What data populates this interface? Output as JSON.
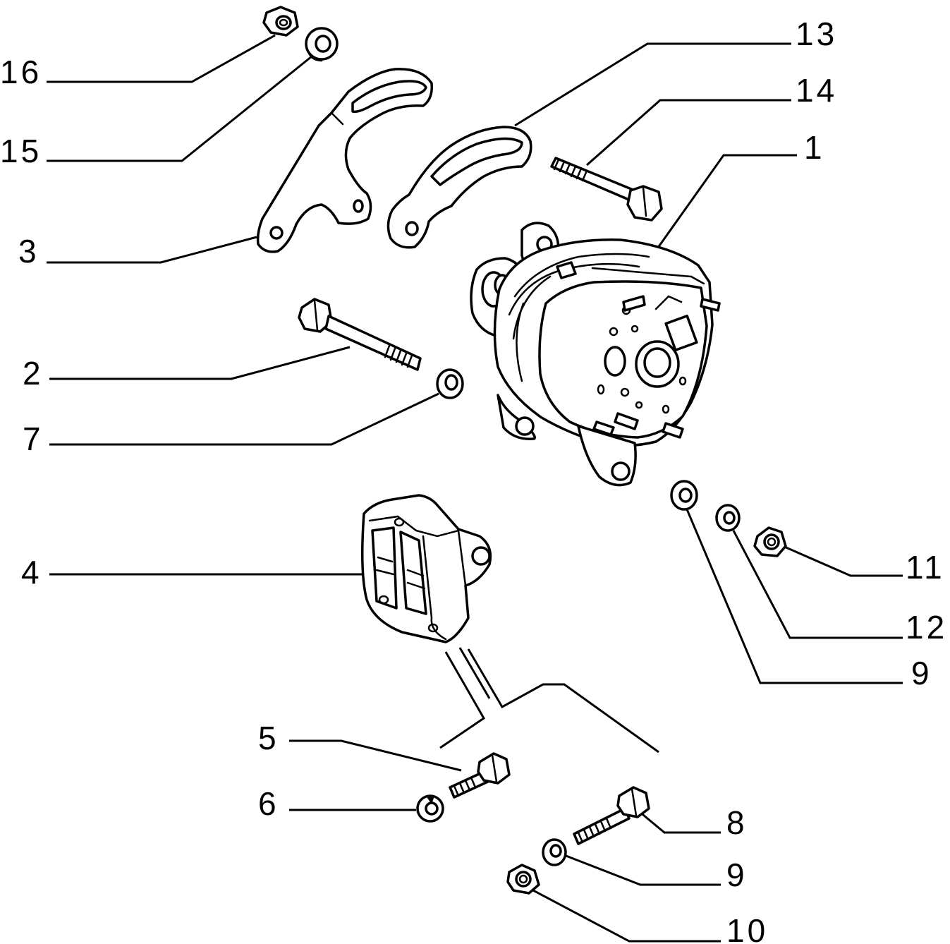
{
  "callouts": {
    "c1": "1",
    "c2": "2",
    "c3": "3",
    "c4": "4",
    "c5": "5",
    "c6": "6",
    "c7": "7",
    "c8": "8",
    "c9a": "9",
    "c9b": "9",
    "c10": "10",
    "c11": "11",
    "c12": "12",
    "c13": "13",
    "c14": "14",
    "c15": "15",
    "c16": "16"
  },
  "colors": {
    "ink": "#000000",
    "paper": "#ffffff"
  }
}
